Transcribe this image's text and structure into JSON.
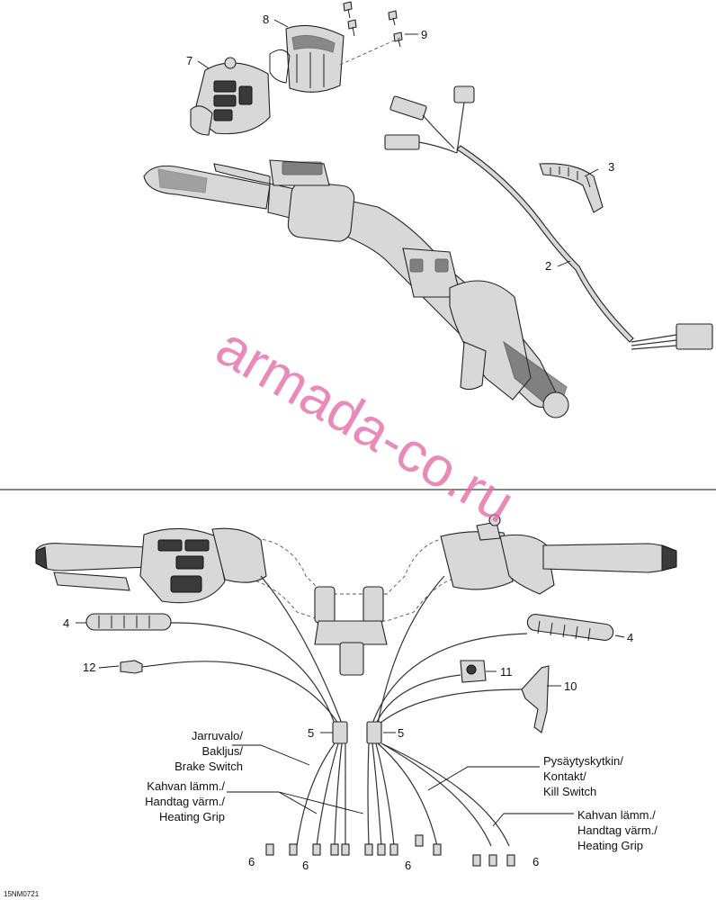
{
  "callouts": {
    "c1": "8",
    "c2": "9",
    "c3": "7",
    "c4": "3",
    "c5": "2",
    "c6": "4",
    "c7": "4",
    "c8": "12",
    "c9": "11",
    "c10": "10",
    "c11": "5",
    "c12": "5",
    "c13": "6",
    "c14": "6",
    "c15": "6",
    "c16": "6"
  },
  "labels": {
    "brake_switch": [
      "Jarruvalo/",
      "Bakljus/",
      "Brake Switch"
    ],
    "heating_grip_left": [
      "Kahvan lämm./",
      "Handtag värm./",
      "Heating Grip"
    ],
    "kill_switch": [
      "Pysäytyskytkin/",
      "Kontakt/",
      "Kill Switch"
    ],
    "heating_grip_right": [
      "Kahvan lämm./",
      "Handtag värm./",
      "Heating Grip"
    ]
  },
  "drawing_code": "15NM0721",
  "watermark": "armada-co.ru"
}
